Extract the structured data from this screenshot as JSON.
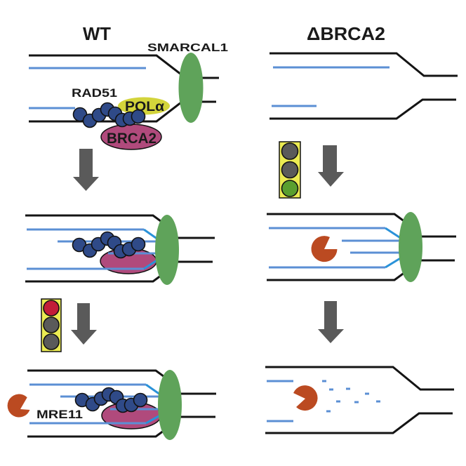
{
  "figure": {
    "columns": [
      {
        "id": "wt",
        "title": "WT"
      },
      {
        "id": "dbrca2",
        "title": "ΔBRCA2"
      }
    ],
    "labels": {
      "smarcal1": "SMARCAL1",
      "rad51": "RAD51",
      "pol_alpha": "POLα",
      "brca2": "BRCA2",
      "mre11": "MRE11"
    },
    "traffic_lights": {
      "wt": {
        "state": "stop",
        "lights": [
          "red",
          "off",
          "off"
        ]
      },
      "dbrca2": {
        "state": "go",
        "lights": [
          "off",
          "off",
          "green"
        ]
      }
    },
    "colors": {
      "parental_dna": "#141414",
      "nascent_dna": "#5b8fd4",
      "nascent_dna_annealed": "#2a92d9",
      "smarcal1": "#5fa35a",
      "rad51": "#2f4a88",
      "pol_alpha": "#d3d43b",
      "brca2": "#b04a7c",
      "mre11": "#bb4a21",
      "arrow": "#5a5a5a",
      "traffic_light_box": "#ebeb52",
      "light_off": "#5a5a5a",
      "light_red": "#c21d38",
      "light_green": "#5a9f2f"
    }
  }
}
